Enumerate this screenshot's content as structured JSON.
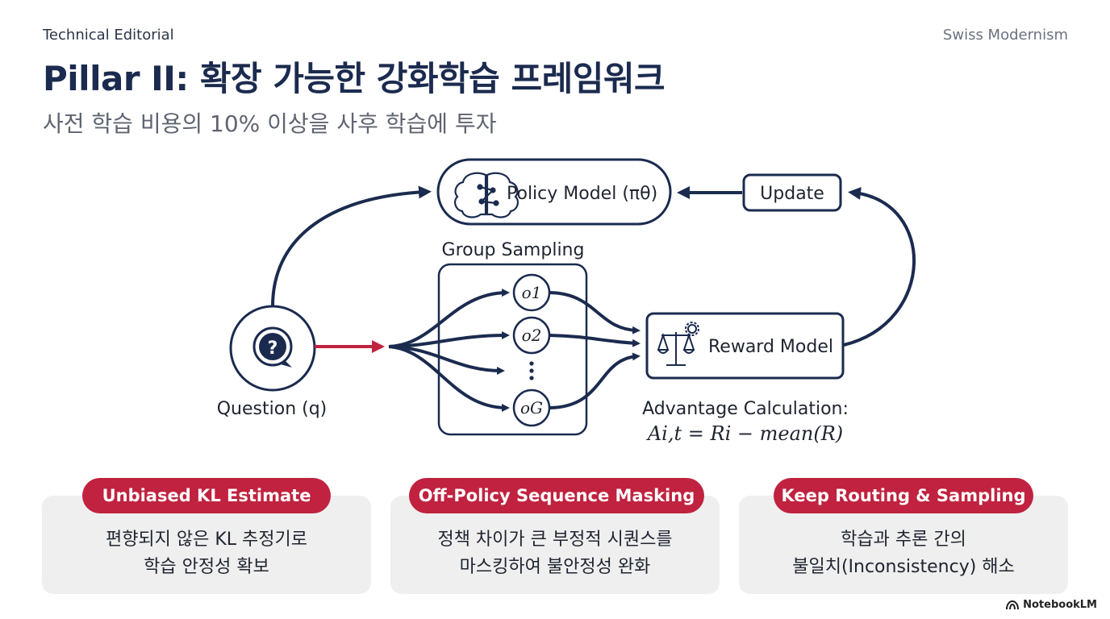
{
  "header": {
    "left_label": "Technical Editorial",
    "right_label": "Swiss Modernism"
  },
  "title": "Pillar II: 확장 가능한 강화학습 프레임워크",
  "subtitle": "사전 학습 비용의 10% 이상을 사후 학습에 투자",
  "diagram": {
    "policy_model": "Policy Model (πθ)",
    "update": "Update",
    "group_sampling": "Group Sampling",
    "outputs": [
      "o1",
      "o2",
      "oG"
    ],
    "question": "Question (q)",
    "reward_model": "Reward Model",
    "advantage_label": "Advantage Calculation:",
    "advantage_formula": "Ai,t = Ri − mean(R)"
  },
  "cards": [
    {
      "title": "Unbiased KL Estimate",
      "lines": [
        "편향되지 않은 KL 추정기로",
        "학습 안정성 확보"
      ]
    },
    {
      "title": "Off-Policy Sequence Masking",
      "lines": [
        "정책 차이가 큰 부정적 시퀀스를",
        "마스킹하여 불안정성 완화"
      ]
    },
    {
      "title": "Keep Routing & Sampling",
      "lines": [
        "학습과 추론 간의",
        "불일치(Inconsistency) 해소"
      ]
    }
  ],
  "footer": {
    "brand": "NotebookLM"
  },
  "colors": {
    "navy": "#1b2b4f",
    "accent_red": "#c0223f",
    "card_bg": "#efefef"
  },
  "icons": [
    "brain-icon",
    "question-bubble-icon",
    "scale-gear-icon"
  ]
}
